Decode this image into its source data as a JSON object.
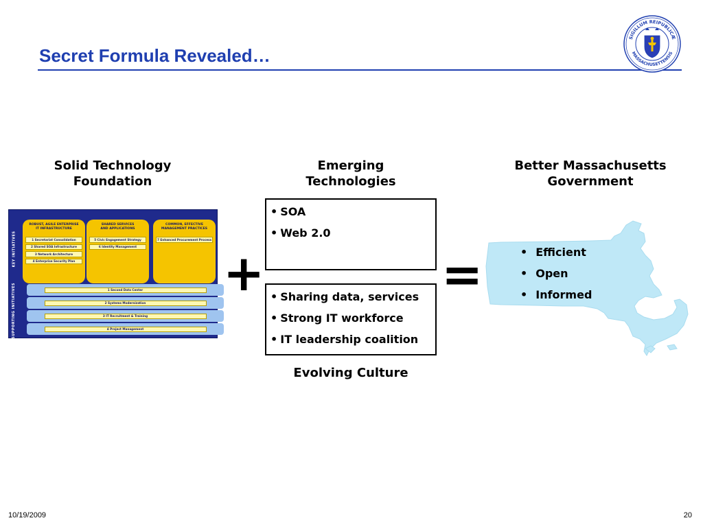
{
  "slide": {
    "title": "Secret Formula Revealed…",
    "date": "10/19/2009",
    "page_number": "20"
  },
  "seal": {
    "icon": "massachusetts-seal-icon",
    "text_top": "SIGILLUM REIPUBLICÆ",
    "text_bottom": "MASSACHUSETTENSIS"
  },
  "columns": {
    "solid": {
      "heading_line1": "Solid Technology",
      "heading_line2": "Foundation"
    },
    "emerging": {
      "heading_line1": "Emerging",
      "heading_line2": "Technologies"
    },
    "better": {
      "heading_line1": "Better Massachusetts",
      "heading_line2": "Government"
    },
    "evolving": {
      "heading": "Evolving Culture"
    }
  },
  "symbols": {
    "plus": "+",
    "equals": "="
  },
  "emerging_box": {
    "items": [
      "SOA",
      "Web 2.0"
    ]
  },
  "culture_box": {
    "items": [
      "Sharing data, services",
      "Strong IT workforce",
      "IT leadership coalition"
    ]
  },
  "outcomes": {
    "items": [
      "Efficient",
      "Open",
      "Informed"
    ]
  },
  "foundation_diagram": {
    "key_label": "KEY INITIATIVES",
    "supporting_label": "SUPPORTING INITIATIVES",
    "pillars": [
      {
        "heading_line1": "ROBUST, AGILE ENTERPRISE",
        "heading_line2": "IT INFRASTRUCTURE",
        "items": [
          "1 Secretariat Consolidation",
          "2 Shared SOA Infrastructure",
          "3 Network Architecture",
          "4 Enterprise Security Plan"
        ]
      },
      {
        "heading_line1": "SHARED SERVICES",
        "heading_line2": "AND APPLICATIONS",
        "items": [
          "5 Civic Engagement Strategy",
          "6 Identity Management"
        ]
      },
      {
        "heading_line1": "COMMON, EFFECTIVE",
        "heading_line2": "MANAGEMENT PRACTICES",
        "items": [
          "7 Enhanced Procurement Process"
        ]
      }
    ],
    "supporting": [
      "1 Second Data Center",
      "2 Systems Modernization",
      "3 IT Recruitment & Training",
      "4 Project Management"
    ]
  },
  "colors": {
    "title_blue": "#1f3fb0",
    "diagram_navy": "#1f2a8c",
    "pillar_gold": "#f5c400",
    "support_blue": "#9fc4ef",
    "map_blue": "#bfe8f7"
  }
}
